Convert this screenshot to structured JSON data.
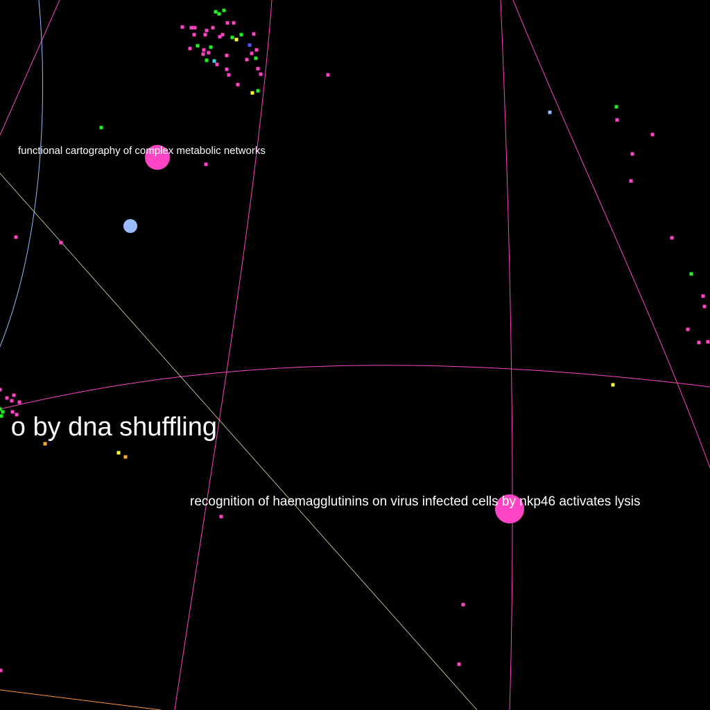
{
  "labels": {
    "metabolic": "functional cartography of complex metabolic networks",
    "dna_shuffling": "o by dna shuffling",
    "nkp46": "recognition of haemagglutinins on virus infected cells by nkp46 activates lysis"
  },
  "colors": {
    "background": "#000000",
    "pink": "#ff44c4",
    "green": "#22ee22",
    "yellow": "#ffff33",
    "light_blue": "#99bbff",
    "blue": "#5555ff",
    "orange": "#ffaa33",
    "cyan": "#33dddd",
    "edge_pink": "#ff44c4",
    "edge_blue": "#99bbff",
    "edge_tan": "#ddddaa",
    "edge_orange": "#ff9944",
    "label_text": "#ffffff"
  }
}
